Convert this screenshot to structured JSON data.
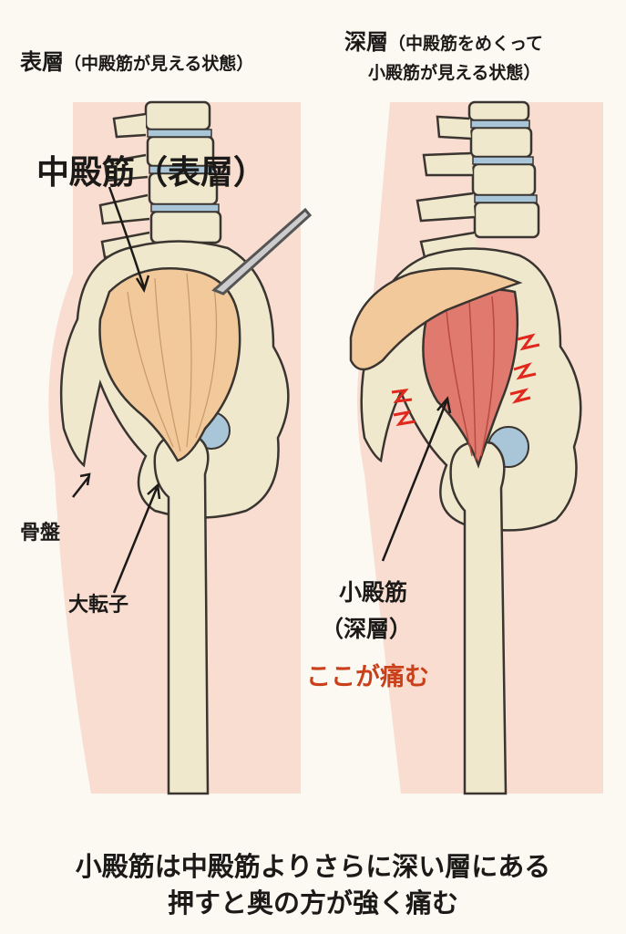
{
  "left_panel": {
    "title": "表層",
    "title_note": "（中殿筋が見える状態）",
    "muscle_label": "中殿筋（表層）",
    "pelvis_label": "骨盤",
    "trochanter_label": "大転子"
  },
  "right_panel": {
    "title": "深層",
    "title_note_line1": "（中殿筋をめくって",
    "title_note_line2": "小殿筋が見える状態）",
    "muscle_label_line1": "小殿筋",
    "muscle_label_line2": "（深層）",
    "pain_label": "ここが痛む"
  },
  "caption": {
    "line1": "小殿筋は中殿筋よりさらに深い層にある",
    "line2": "押すと奥の方が強く痛む"
  },
  "colors": {
    "skin": "#f8ddd0",
    "bone": "#efe8cc",
    "gluteus_medius": "#f2c99a",
    "gluteus_minimus": "#e07a6e",
    "pain": "#c9401b",
    "disc": "#a9c6d8"
  }
}
